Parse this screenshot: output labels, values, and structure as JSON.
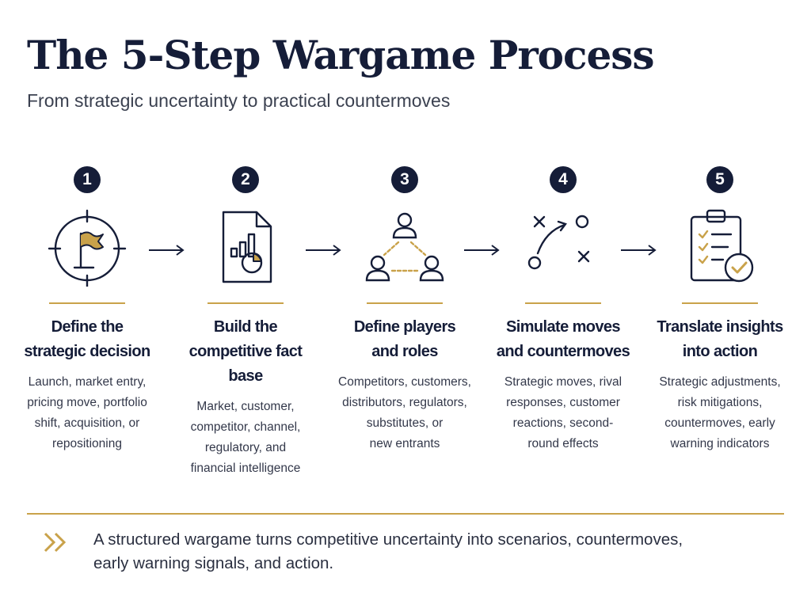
{
  "header": {
    "title": "The 5-Step Wargame Process",
    "subtitle": "From strategic uncertainty to practical countermoves"
  },
  "colors": {
    "navy": "#151d38",
    "gold": "#c9a24a",
    "text": "#33384a"
  },
  "steps": [
    {
      "number": "1",
      "icon": "target-flag-icon",
      "title": "Define the\nstrategic decision",
      "description": "Launch, market entry,\npricing move, portfolio\nshift, acquisition, or\nrepositioning"
    },
    {
      "number": "2",
      "icon": "report-chart-icon",
      "title": "Build the\ncompetitive fact base",
      "description": "Market, customer,\ncompetitor, channel,\nregulatory, and\nfinancial intelligence"
    },
    {
      "number": "3",
      "icon": "players-network-icon",
      "title": "Define players\nand roles",
      "description": "Competitors, customers,\ndistributors, regulators,\nsubstitutes, or\nnew entrants"
    },
    {
      "number": "4",
      "icon": "play-diagram-icon",
      "title": "Simulate moves\nand countermoves",
      "description": "Strategic moves, rival\nresponses, customer\nreactions, second-\nround effects"
    },
    {
      "number": "5",
      "icon": "checklist-clipboard-icon",
      "title": "Translate insights\ninto action",
      "description": "Strategic adjustments,\nrisk mitigations,\ncountermoves, early\nwarning indicators"
    }
  ],
  "footer": {
    "icon": "double-chevron-icon",
    "text": "A structured wargame turns competitive uncertainty into scenarios, countermoves,\nearly warning signals, and action."
  }
}
